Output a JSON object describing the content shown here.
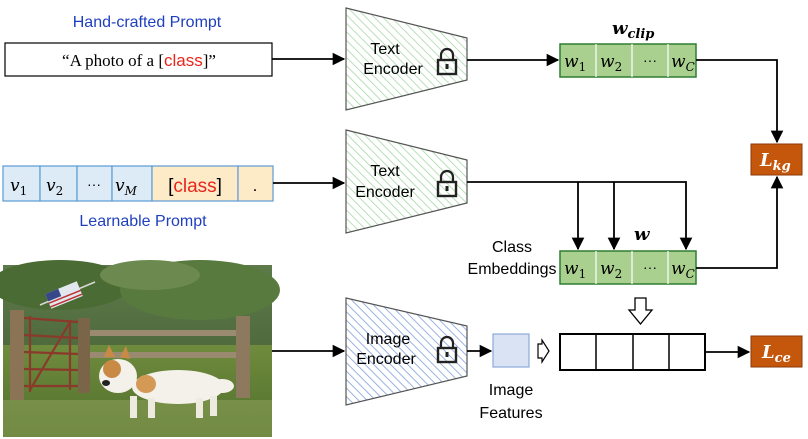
{
  "colors": {
    "prompt_blue": "#1f3fbf",
    "class_red": "#e8261c",
    "loss_fill": "#c5570d",
    "embed_fill": "#a9d08e",
    "embed_stroke": "#2e7d32",
    "learn_fill": "#ddebf7",
    "class_fill": "#fdebc8",
    "encoder_text_hatch": "#9bd39b",
    "encoder_image_hatch": "#8eaadb",
    "feature_fill": "#dae3f3",
    "arrow": "#000000"
  },
  "hand_crafted": {
    "title": "Hand-crafted Prompt",
    "text_prefix": "“A photo of a [",
    "class_word": "class",
    "text_suffix": "]”"
  },
  "learnable": {
    "title": "Learnable Prompt",
    "tokens": [
      "v",
      "v",
      "···",
      "v"
    ],
    "token_subs": [
      "1",
      "2",
      "",
      "M"
    ],
    "class_word": "class",
    "end_token": "."
  },
  "encoders": {
    "text_top_l1": "Text",
    "text_top_l2": "Encoder",
    "text_mid_l1": "Text",
    "text_mid_l2": "Encoder",
    "image_l1": "Image",
    "image_l2": "Encoder",
    "lock_icon": "lock"
  },
  "weights_clip": {
    "label_main": "w",
    "label_sub": "clip",
    "cells": [
      "w",
      "w",
      "···",
      "w"
    ],
    "subs": [
      "1",
      "2",
      "",
      "C"
    ]
  },
  "weights_learned": {
    "label_main": "w",
    "caption_l1": "Class",
    "caption_l2": "Embeddings",
    "cells": [
      "w",
      "w",
      "···",
      "w"
    ],
    "subs": [
      "1",
      "2",
      "",
      "C"
    ]
  },
  "image_features": {
    "label_l1": "Image",
    "label_l2": "Features"
  },
  "losses": {
    "kg_main": "L",
    "kg_sub": "kg",
    "ce_main": "L",
    "ce_sub": "ce"
  },
  "photo": {
    "subject": "dog-standing-by-fence-with-flag"
  }
}
